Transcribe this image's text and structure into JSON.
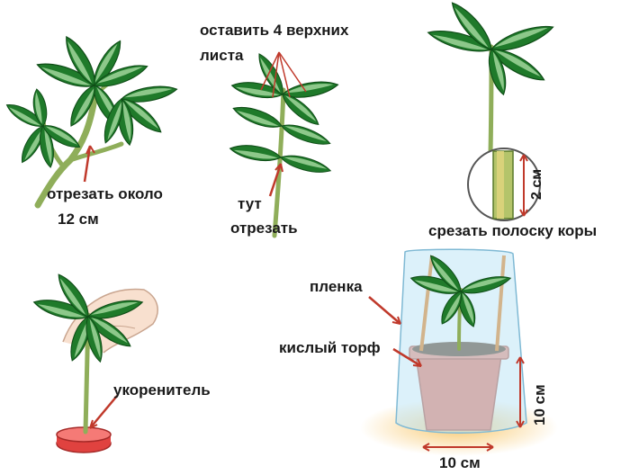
{
  "steps": {
    "cut_length": {
      "line1": "отрезать около",
      "line2": "12 см"
    },
    "keep_leaves": {
      "line1": "оставить 4 верхних",
      "line2": "листа"
    },
    "cut_here": {
      "line1": "тут",
      "line2": "отрезать"
    },
    "bark": {
      "label": "срезать полоску коры",
      "measure": "2 см"
    },
    "rooting": {
      "label": "укоренитель"
    },
    "pot": {
      "film": "пленка",
      "peat": "кислый торф",
      "height": "10 см",
      "width": "10 см"
    }
  },
  "colors": {
    "leaf_dark": "#1f7a2a",
    "leaf_light": "#3fa34a",
    "leaf_highlight": "#a9dca3",
    "stem": "#8fae5a",
    "arrow": "#c0392b",
    "pot": "#e8735f",
    "film": "#bfe6f5",
    "soil": "#5a3b22",
    "dish": "#e0423f",
    "shadow": "#f2b24b"
  }
}
